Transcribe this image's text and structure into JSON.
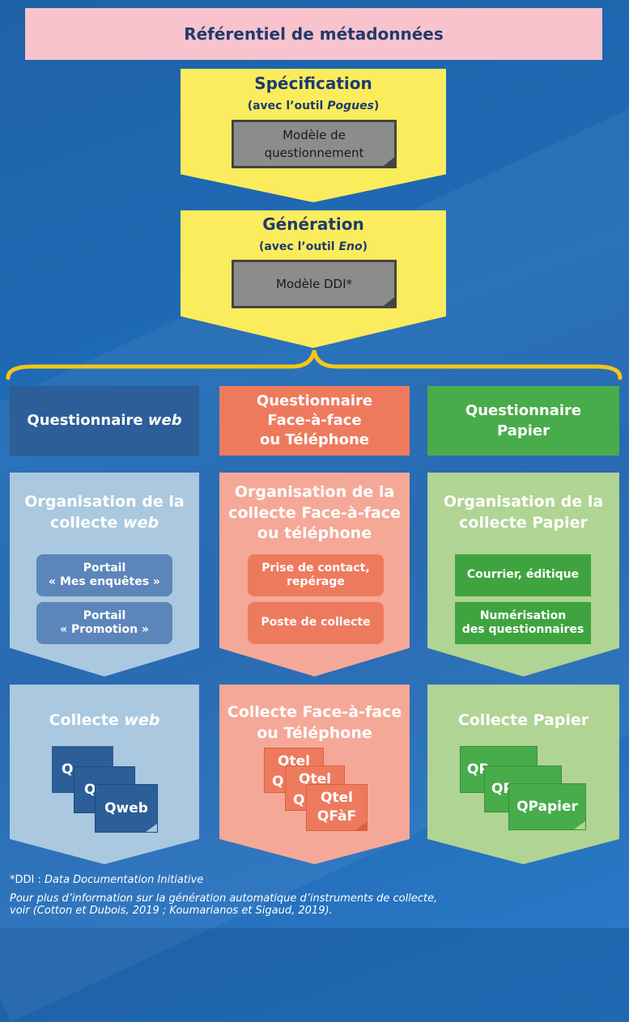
{
  "top": {
    "label": "Référentiel de métadonnées"
  },
  "spec": {
    "title": "Spécification",
    "subtitle_pre": "(avec l’outil ",
    "subtitle_tool": "Pogues",
    "subtitle_post": ")",
    "doc_line1": "Modèle de",
    "doc_line2": "questionnement"
  },
  "gen": {
    "title": "Génération",
    "subtitle_pre": "(avec l’outil ",
    "subtitle_tool": "Eno",
    "subtitle_post": ")",
    "doc": "Modèle DDI*"
  },
  "columns": [
    {
      "header_pre": "Questionnaire ",
      "header_em": "web",
      "org_line1": "Organisation de la",
      "org_line2_pre": "collecte ",
      "org_line2_em": "web",
      "pills": [
        {
          "line1": "Portail",
          "line2": "« Mes enquêtes »"
        },
        {
          "line1": "Portail",
          "line2": "« Promotion »"
        }
      ],
      "collect_pre": "Collecte ",
      "collect_em": "web",
      "docs": [
        "Q",
        "Q",
        "Qweb"
      ]
    },
    {
      "header_line1": "Questionnaire",
      "header_line2": "Face-à-face",
      "header_line3": "ou Téléphone",
      "org_line1": "Organisation de la",
      "org_line2": "collecte Face-à-face",
      "org_line3": "ou téléphone",
      "pills": [
        {
          "line1": "Prise de contact,",
          "line2": "repérage"
        },
        {
          "line1": "Poste de collecte",
          "line2": ""
        }
      ],
      "collect_line1": "Collecte Face-à-face",
      "collect_line2": "ou Téléphone",
      "docs": [
        "Qtel",
        "Q",
        "Qtel",
        "Q",
        "Qtel",
        "QFàF"
      ]
    },
    {
      "header_line1": "Questionnaire",
      "header_line2": "Papier",
      "org_line1": "Organisation de la",
      "org_line2": "collecte Papier",
      "pills": [
        {
          "line1": "Courrier, éditique",
          "line2": ""
        },
        {
          "line1": "Numérisation",
          "line2": "des questionnaires"
        }
      ],
      "collect": "Collecte Papier",
      "docs": [
        "QP",
        "QP",
        "QPapier"
      ]
    }
  ],
  "footnote": {
    "ddi_pre": "*DDI : ",
    "ddi_em": "Data Documentation Initiative",
    "line2": "Pour plus d’information sur la génération automatique d’instruments de collecte,",
    "line3": "voir (Cotton et Dubois, 2019 ; Koumarianos et Sigaud, 2019)."
  },
  "colors": {
    "background": "#1f6bb6",
    "top_bar": "#f8c3cc",
    "yellow": "#fbec5d",
    "web_dark": "#2c5e98",
    "web_light": "#aac8df",
    "web_pill": "#5c86b9",
    "tel_dark": "#ee7a5e",
    "tel_light": "#f5a897",
    "tel_pill": "#ee7a5e",
    "paper_dark": "#48ac4b",
    "paper_light": "#b0d493",
    "paper_pill": "#3fa43f",
    "brace": "#f5c518"
  }
}
